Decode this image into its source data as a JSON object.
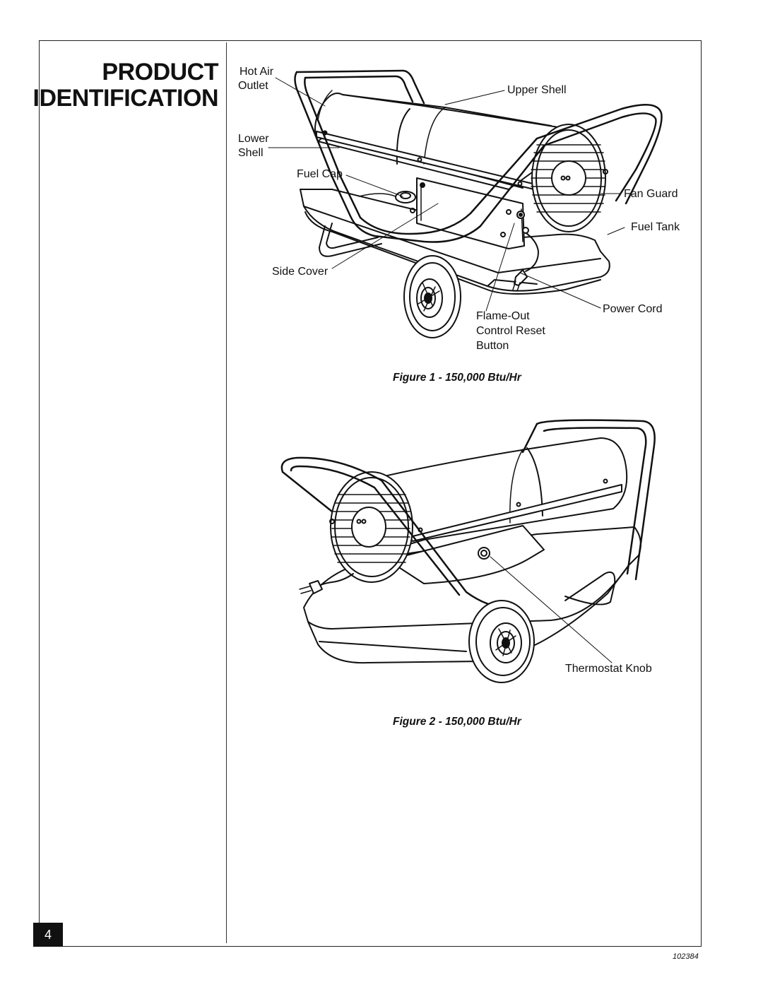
{
  "heading": {
    "line1": "PRODUCT",
    "line2": "IDENTIFICATION"
  },
  "figure1": {
    "labels": {
      "hot_air_outlet_1": "Hot Air",
      "hot_air_outlet_2": "Outlet",
      "upper_shell": "Upper Shell",
      "lower_shell_1": "Lower",
      "lower_shell_2": "Shell",
      "fuel_cap": "Fuel Cap",
      "fan_guard": "Fan Guard",
      "fuel_tank": "Fuel Tank",
      "side_cover": "Side Cover",
      "power_cord": "Power Cord",
      "flame_out_1": "Flame-Out",
      "flame_out_2": "Control Reset",
      "flame_out_3": "Button"
    },
    "caption": "Figure 1  -  150,000 Btu/Hr"
  },
  "figure2": {
    "labels": {
      "thermostat_knob": "Thermostat Knob"
    },
    "caption": "Figure 2  -  150,000 Btu/Hr"
  },
  "page_number": "4",
  "doc_number": "102384"
}
